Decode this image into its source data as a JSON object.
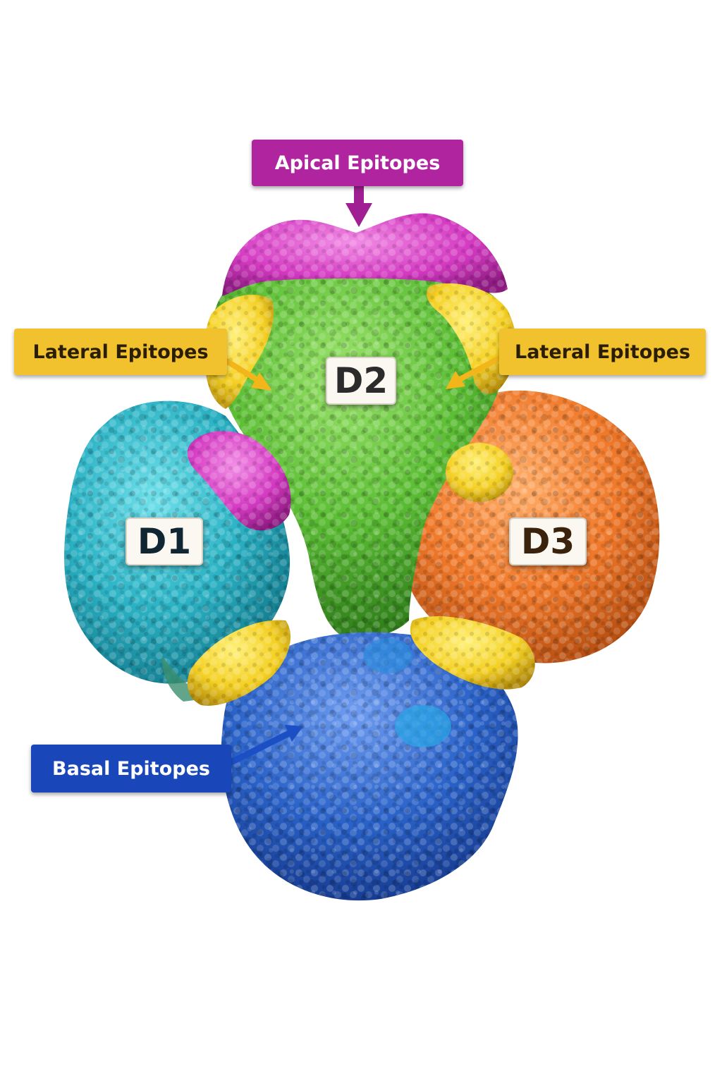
{
  "labels": {
    "apical": "Apical Epitopes",
    "lateral_left": "Lateral Epitopes",
    "lateral_right": "Lateral Epitopes",
    "basal": "Basal Epitopes"
  },
  "domains": {
    "d1": "D1",
    "d2": "D2",
    "d3": "D3"
  },
  "colors": {
    "apical": "#b0259f",
    "lateral": "#f2c22e",
    "basal": "#1947b9",
    "domain_d1": "#2bb2c4",
    "domain_d2": "#5cbe35",
    "domain_d3": "#f0792a",
    "basal_domain": "#2a62c8",
    "apical_epitope": "#d43bc2",
    "lateral_epitope": "#f4d024"
  }
}
